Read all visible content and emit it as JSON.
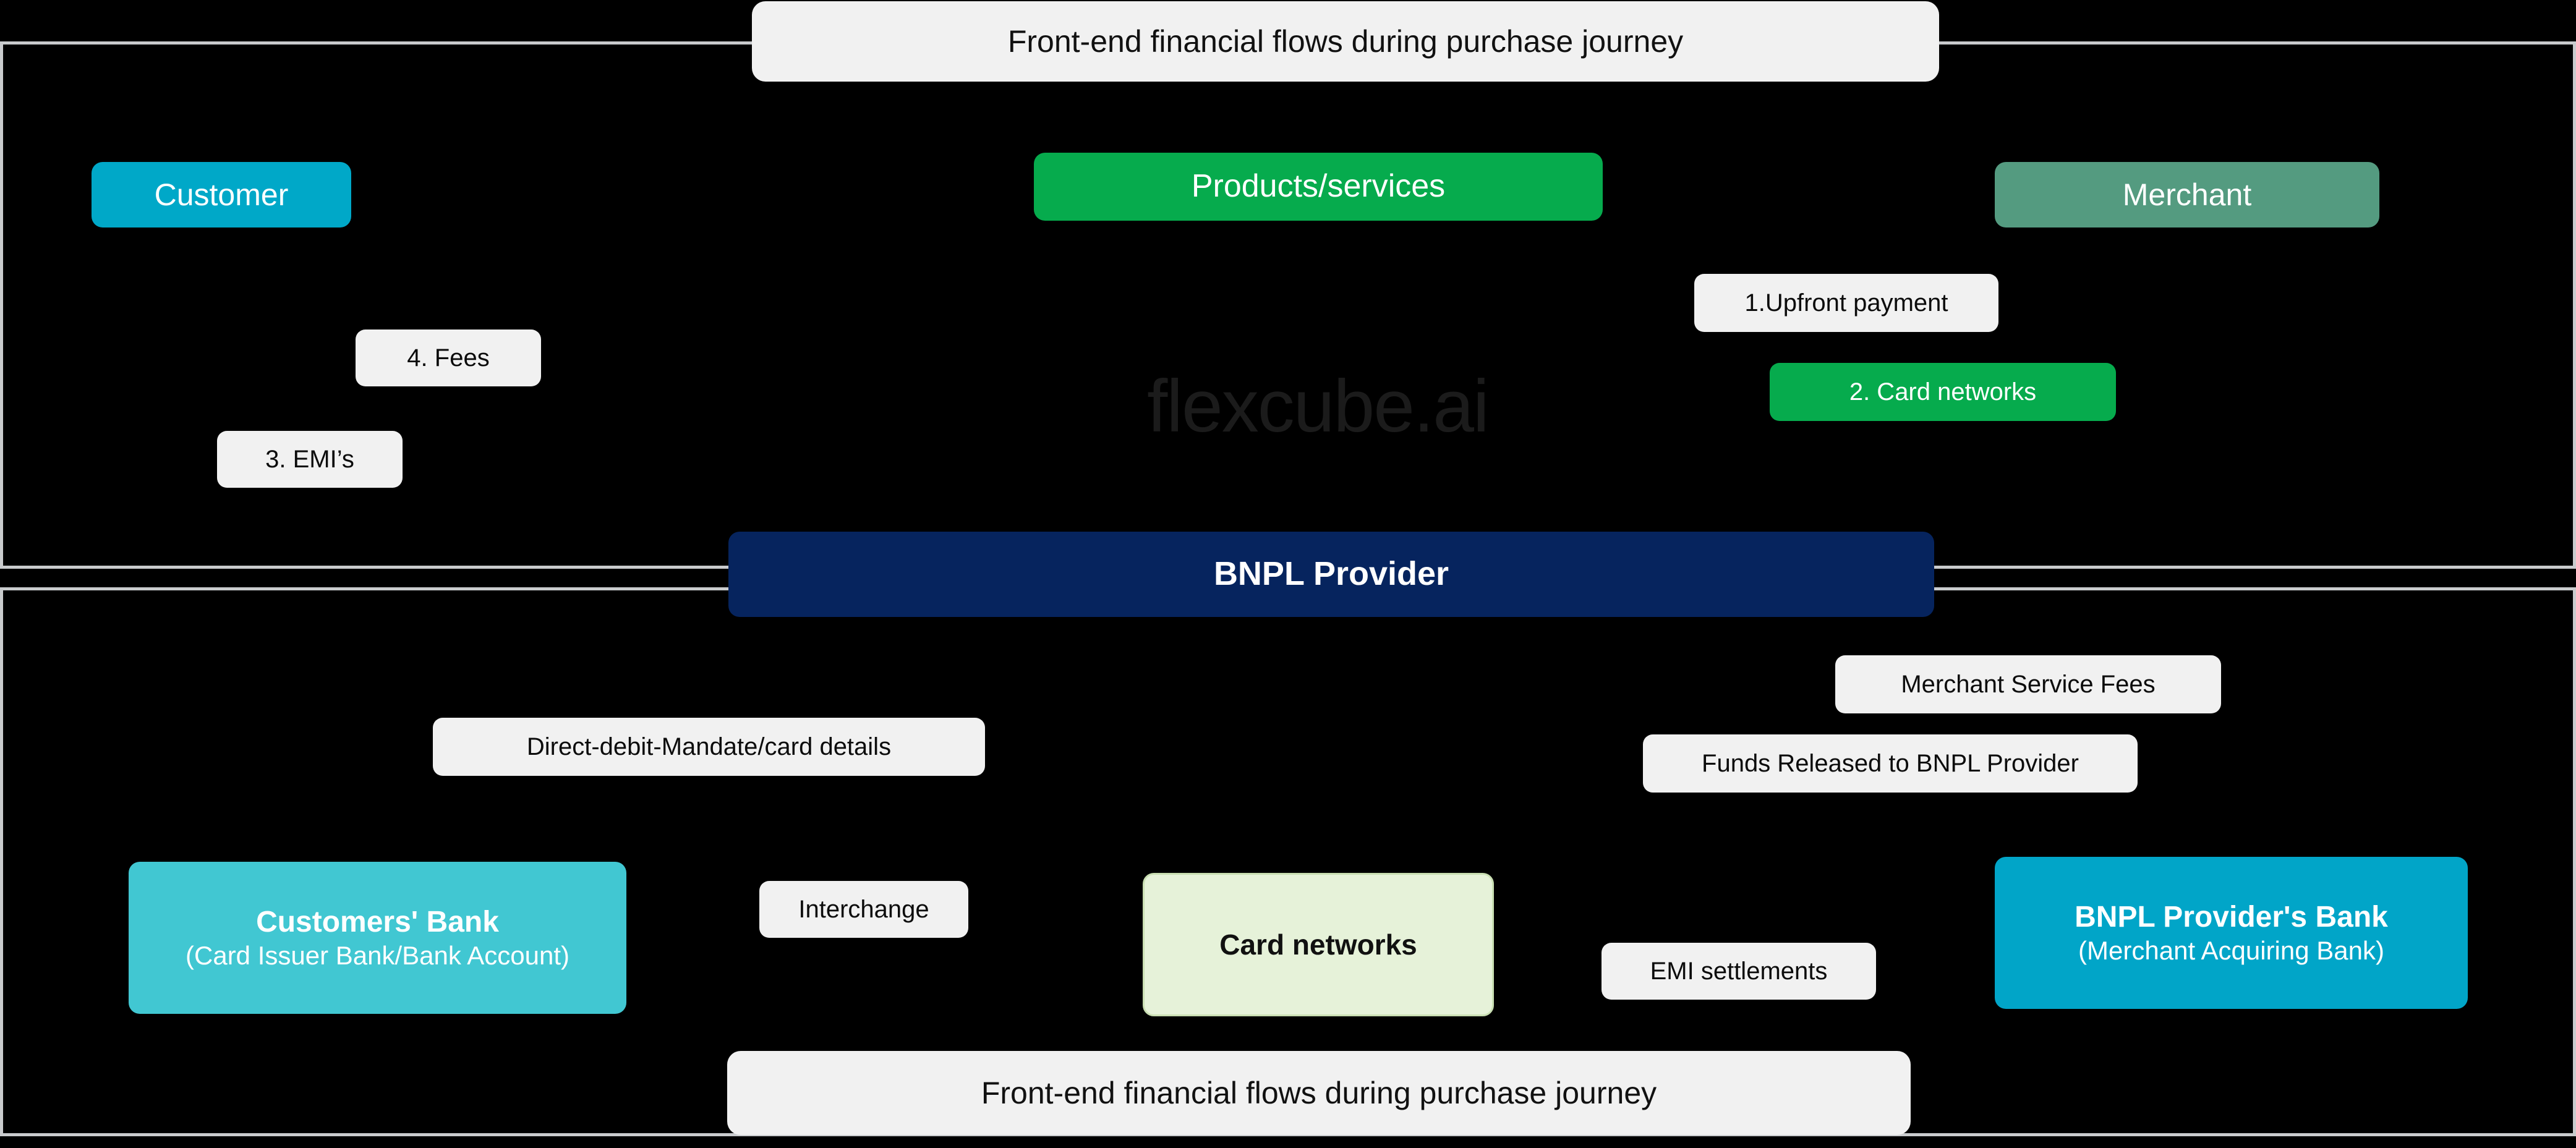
{
  "diagram": {
    "watermark": "flexcube.ai",
    "banners": {
      "top": "Front-end financial flows during purchase journey",
      "bottom": "Front-end financial flows during purchase journey"
    },
    "upper_section": {
      "nodes": [
        {
          "id": "customer",
          "label": "Customer"
        },
        {
          "id": "products",
          "label": "Products/services"
        },
        {
          "id": "merchant",
          "label": "Merchant"
        }
      ],
      "flows": [
        {
          "id": "upfront-payment",
          "label": "1.Upfront payment",
          "style": "light"
        },
        {
          "id": "card-networks-step",
          "label": "2. Card networks",
          "style": "green"
        },
        {
          "id": "emis",
          "label": "3. EMI’s",
          "style": "light"
        },
        {
          "id": "fees",
          "label": "4. Fees",
          "style": "light"
        }
      ]
    },
    "middle": {
      "bnpl_provider": "BNPL Provider"
    },
    "lower_section": {
      "flows": [
        {
          "id": "merchant-service-fees",
          "label": "Merchant Service Fees",
          "style": "light"
        },
        {
          "id": "funds-released",
          "label": "Funds Released to BNPL Provider",
          "style": "light"
        },
        {
          "id": "direct-debit",
          "label": "Direct-debit-Mandate/card details",
          "style": "light"
        },
        {
          "id": "interchange",
          "label": "Interchange",
          "style": "light"
        },
        {
          "id": "emi-settlements",
          "label": "EMI settlements",
          "style": "light"
        }
      ],
      "nodes": [
        {
          "id": "customers-bank",
          "title": "Customers' Bank",
          "subtitle": "(Card Issuer Bank/Bank Account)"
        },
        {
          "id": "card-networks",
          "title": "Card networks",
          "subtitle": ""
        },
        {
          "id": "bnpl-provider-bank",
          "title": "BNPL Provider's Bank",
          "subtitle": "(Merchant Acquiring Bank)"
        }
      ]
    },
    "colors": {
      "background": "#000000",
      "panel_border": "#c9cbcd",
      "chip_light": "#f1f1f1",
      "accent_green": "#06ab4d",
      "accent_cyan": "#00a8c8",
      "accent_teal": "#41c7d2",
      "accent_seagreen": "#549b80",
      "accent_navy": "#06245e",
      "accent_palegreen": "#e6f2d9"
    }
  }
}
